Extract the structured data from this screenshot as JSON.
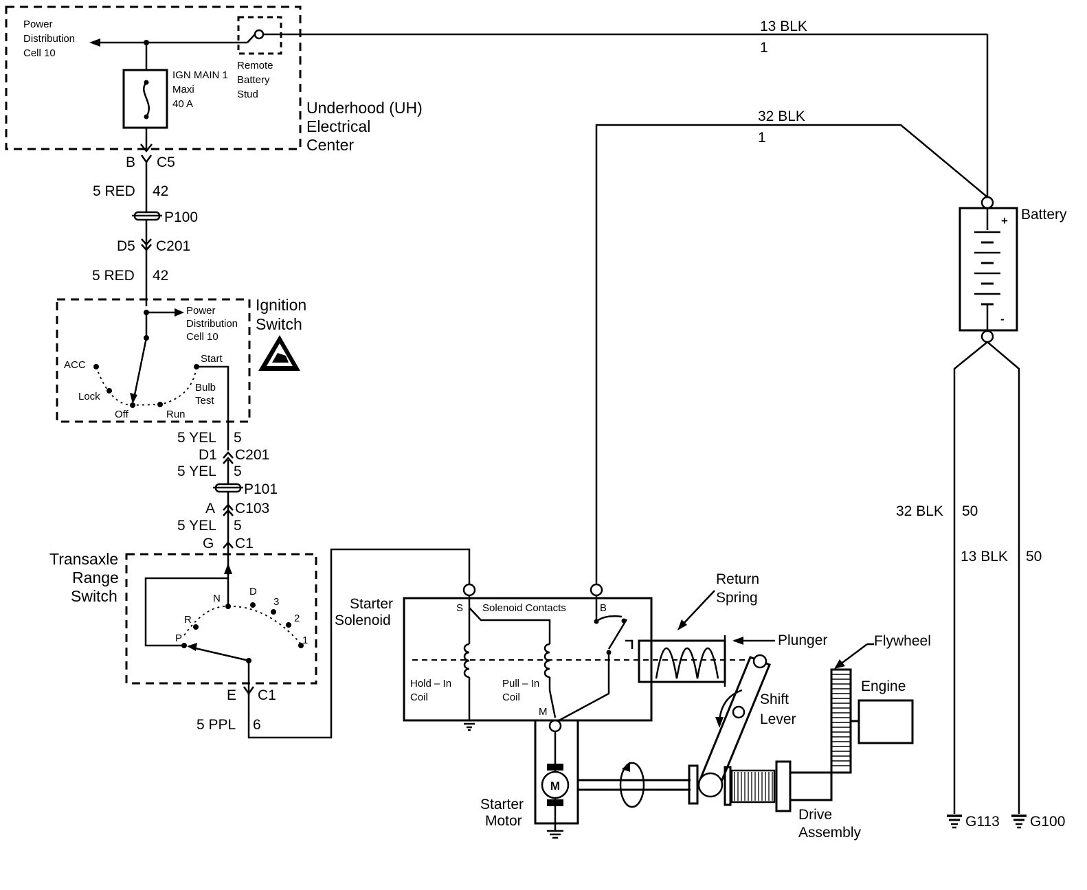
{
  "uh_center": {
    "label_lines": [
      "Underhood (UH)",
      "Electrical",
      "Center"
    ],
    "power_dist": [
      "Power",
      "Distribution",
      "Cell 10"
    ],
    "fuse": [
      "IGN MAIN 1",
      "Maxi",
      "40 A"
    ],
    "stud": [
      "Remote",
      "Battery",
      "Stud"
    ]
  },
  "wires": {
    "top_blk": {
      "name": "13 BLK",
      "circuit": "1"
    },
    "mid_blk": {
      "name": "32 BLK",
      "circuit": "1"
    },
    "red1": {
      "name": "5 RED",
      "circuit": "42"
    },
    "red2": {
      "name": "5 RED",
      "circuit": "42"
    },
    "yel1": {
      "name": "5 YEL",
      "circuit": "5"
    },
    "yel2": {
      "name": "5 YEL",
      "circuit": "5"
    },
    "yel3": {
      "name": "5 YEL",
      "circuit": "5"
    },
    "ppl": {
      "name": "5 PPL",
      "circuit": "6"
    },
    "gnd1": {
      "name": "32 BLK",
      "circuit": "50"
    },
    "gnd2": {
      "name": "13 BLK",
      "circuit": "50"
    }
  },
  "connectors": {
    "b_c5": {
      "pin": "B",
      "conn": "C5"
    },
    "p100": "P100",
    "d5_c201": {
      "pin": "D5",
      "conn": "C201"
    },
    "d1_c201": {
      "pin": "D1",
      "conn": "C201"
    },
    "p101": "P101",
    "a_c103": {
      "pin": "A",
      "conn": "C103"
    },
    "g_c1": {
      "pin": "G",
      "conn": "C1"
    },
    "e_c1": {
      "pin": "E",
      "conn": "C1"
    }
  },
  "ignition": {
    "label": [
      "Ignition",
      "Switch"
    ],
    "power_dist": [
      "Power",
      "Distribution",
      "Cell 10"
    ],
    "acc": "ACC",
    "lock": "Lock",
    "off": "Off",
    "run": "Run",
    "bulb": [
      "Bulb",
      "Test"
    ],
    "start": "Start"
  },
  "transaxle": {
    "label": [
      "Transaxle",
      "Range",
      "Switch"
    ],
    "positions": [
      "N",
      "D",
      "3",
      "2",
      "1",
      "R",
      "P"
    ]
  },
  "solenoid": {
    "label": [
      "Starter",
      "Solenoid"
    ],
    "s": "S",
    "b": "B",
    "m": "M",
    "contacts": "Solenoid Contacts",
    "hold": [
      "Hold – In",
      "Coil"
    ],
    "pull": [
      "Pull – In",
      "Coil"
    ]
  },
  "mechanics": {
    "return_spring": [
      "Return",
      "Spring"
    ],
    "plunger": "Plunger",
    "flywheel": "Flywheel",
    "engine": "Engine",
    "shift_lever": [
      "Shift",
      "Lever"
    ],
    "drive": [
      "Drive",
      "Assembly"
    ],
    "motor": [
      "Starter",
      "Motor"
    ],
    "motor_symbol": "M"
  },
  "battery": {
    "label": "Battery",
    "plus": "+",
    "minus": "-"
  },
  "grounds": {
    "g113": "G113",
    "g100": "G100"
  }
}
